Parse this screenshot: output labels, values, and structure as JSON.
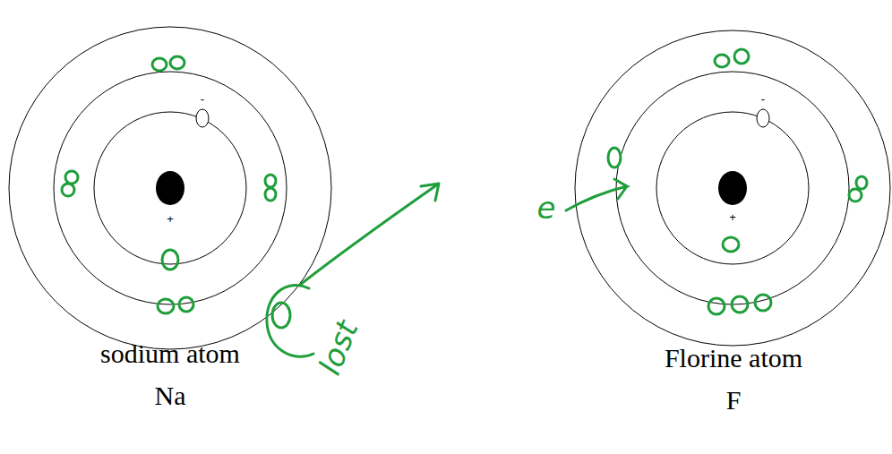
{
  "diagram": {
    "nodes": [
      {
        "text": [
          "sodium atom",
          "Na"
        ]
      },
      {
        "text": [
          "Florine atom",
          "F"
        ]
      }
    ],
    "labels": [
      "-",
      "+",
      "lost",
      "e",
      "-",
      "+"
    ]
  }
}
